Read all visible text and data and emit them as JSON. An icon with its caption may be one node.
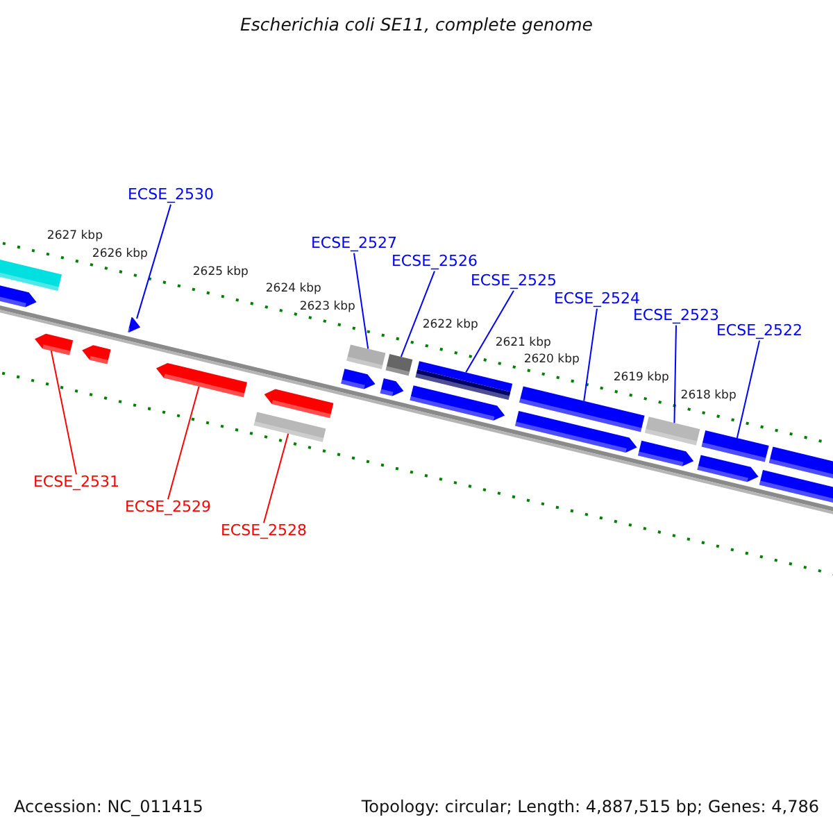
{
  "diagram": {
    "title": "Escherichia coli SE11, complete genome",
    "nodes": [
      {
        "text": [
          "ECSE_2530"
        ]
      },
      {
        "text": [
          "ECSE_2527"
        ]
      },
      {
        "text": [
          "ECSE_2526"
        ]
      },
      {
        "text": [
          "ECSE_2525"
        ]
      },
      {
        "text": [
          "ECSE_2524"
        ]
      },
      {
        "text": [
          "ECSE_2523"
        ]
      },
      {
        "text": [
          "ECSE_2522"
        ]
      },
      {
        "text": [
          "ECSE_2531"
        ]
      },
      {
        "text": [
          "ECSE_2529"
        ]
      },
      {
        "text": [
          "ECSE_2528"
        ]
      },
      {
        "text": [],
        "shape": "bar"
      },
      {
        "text": [],
        "shape": "arrow"
      },
      {
        "text": [],
        "shape": "arrow"
      },
      {
        "text": [],
        "shape": "arrow"
      },
      {
        "text": [],
        "shape": "arrow"
      },
      {
        "text": [],
        "shape": "arrow"
      },
      {
        "text": [],
        "shape": "bar"
      },
      {
        "text": [],
        "shape": "arrow"
      },
      {
        "text": [],
        "shape": "bar"
      },
      {
        "text": [],
        "shape": "arrow"
      },
      {
        "text": [],
        "shape": "bar"
      },
      {
        "text": [],
        "shape": "arrow"
      },
      {
        "text": [],
        "shape": "bar"
      },
      {
        "text": [],
        "shape": "arrow"
      },
      {
        "text": [],
        "shape": "bar"
      },
      {
        "text": [],
        "shape": "arrow"
      },
      {
        "text": [],
        "shape": "bar"
      },
      {
        "text": [],
        "shape": "arrow"
      },
      {
        "text": [],
        "shape": "bar"
      },
      {
        "text": [],
        "shape": "arrow"
      },
      {
        "text": [],
        "shape": "bar"
      },
      {
        "text": [],
        "shape": "arrow"
      }
    ],
    "edges": [
      {
        "from": 0,
        "to": 14,
        "arrow": "none"
      },
      {
        "from": 1,
        "to": 18,
        "arrow": "none"
      },
      {
        "from": 2,
        "to": 20,
        "arrow": "none"
      },
      {
        "from": 3,
        "to": 22,
        "arrow": "none"
      },
      {
        "from": 4,
        "to": 24,
        "arrow": "none"
      },
      {
        "from": 5,
        "to": 26,
        "arrow": "none"
      },
      {
        "from": 6,
        "to": 28,
        "arrow": "none"
      },
      {
        "from": 7,
        "to": 12,
        "arrow": "none",
        "color": "#ff0000"
      },
      {
        "from": 8,
        "to": 15,
        "arrow": "none",
        "color": "#ff0000"
      },
      {
        "from": 9,
        "to": 16,
        "arrow": "none",
        "color": "#ff0000"
      }
    ],
    "labels": [
      "2627 kbp",
      "2626 kbp",
      "2625 kbp",
      "2624 kbp",
      "2623 kbp",
      "2622 kbp",
      "2621 kbp",
      "2620 kbp",
      "2619 kbp",
      "2618 kbp",
      "Accession: NC_011415",
      "Topology: circular; Length: 4,887,515 bp; Genes: 4,786"
    ]
  }
}
